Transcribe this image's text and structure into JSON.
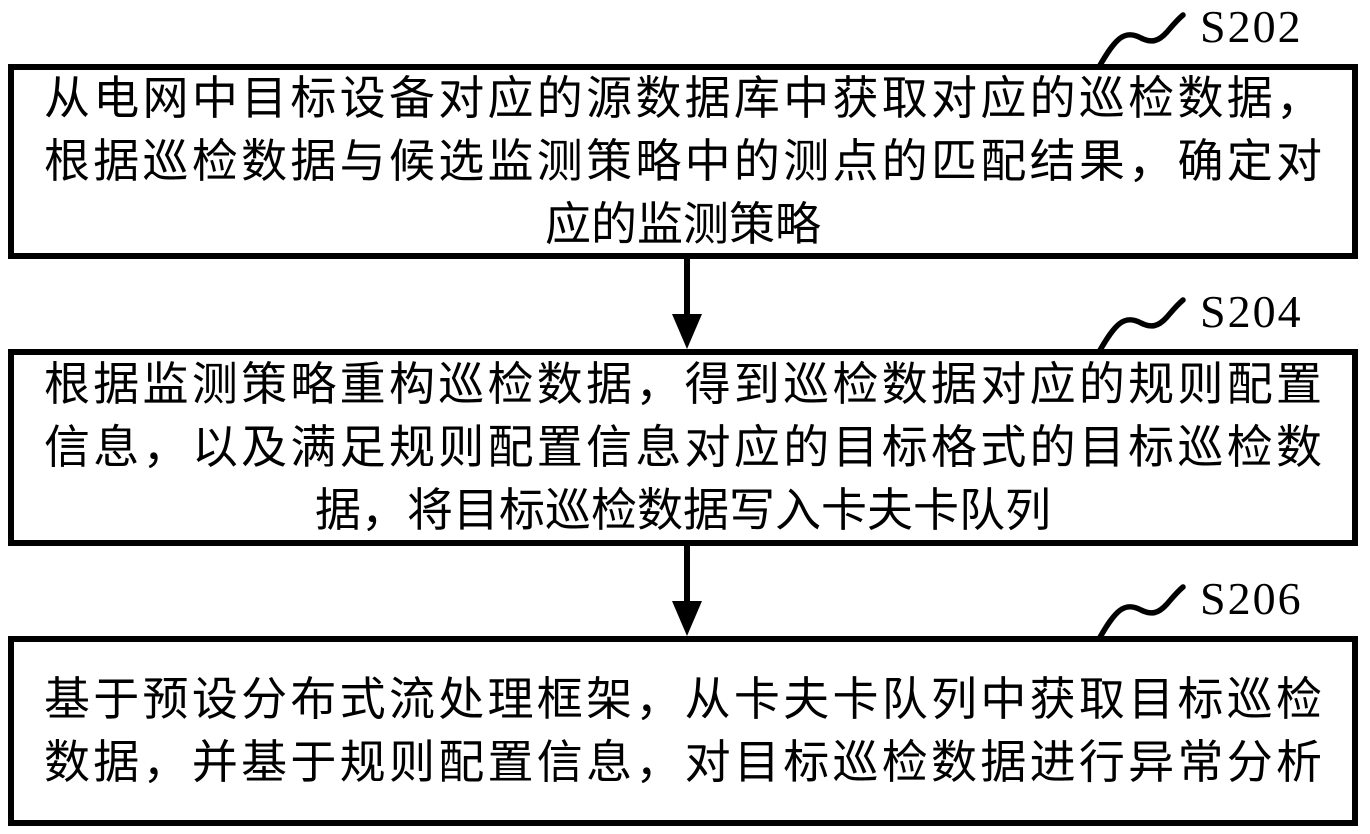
{
  "figure": {
    "background_color": "#ffffff",
    "ink_color": "#000000"
  },
  "steps": [
    {
      "label": "S202",
      "lines": [
        "从电网中目标设备对应的源数据库中获取对应的巡检数据，",
        "根据巡检数据与候选监测策略中的测点的匹配结果，确定对",
        "应的监测策略"
      ]
    },
    {
      "label": "S204",
      "lines": [
        "根据监测策略重构巡检数据，得到巡检数据对应的规则配置",
        "信息，以及满足规则配置信息对应的目标格式的目标巡检数",
        "据，将目标巡检数据写入卡夫卡队列"
      ]
    },
    {
      "label": "S206",
      "lines": [
        "基于预设分布式流处理框架，从卡夫卡队列中获取目标巡检",
        "数据，并基于规则配置信息，对目标巡检数据进行异常分析"
      ]
    }
  ]
}
